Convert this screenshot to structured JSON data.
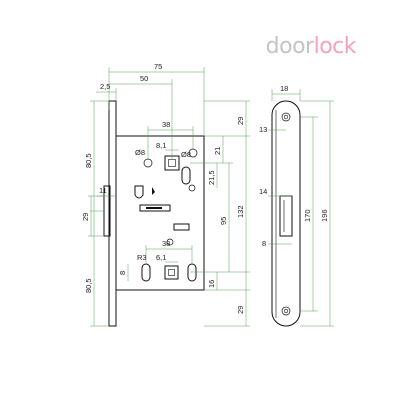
{
  "logo": {
    "part1": "door",
    "part2": "lock"
  },
  "colors": {
    "dimension_lines": "#3c9a3c",
    "logo_grey": "#c4c4c4",
    "logo_pink": "#f4a3b8"
  },
  "front_view": {
    "dim_75": "75",
    "dim_50": "50",
    "dim_2_5": "2,5",
    "dim_38_top": "38",
    "dim_8_1": "8,1",
    "dim_phi8_a": "Ø8",
    "dim_phi8_b": "Ø8",
    "dim_21": "21",
    "dim_21_5": "21,5",
    "dim_29_top": "29",
    "dim_80_5_top": "80,5",
    "dim_11": "11",
    "dim_29_mid": "29",
    "dim_95": "95",
    "dim_132": "132",
    "dim_38_bot": "38",
    "dim_6_1": "6,1",
    "dim_R3": "R3",
    "dim_8_left": "8",
    "dim_16": "16",
    "dim_80_5_bot": "80,5",
    "dim_29_bot": "29"
  },
  "side_view": {
    "dim_18": "18",
    "dim_13": "13",
    "dim_14": "14",
    "dim_8": "8",
    "dim_170": "170",
    "dim_196": "196"
  }
}
